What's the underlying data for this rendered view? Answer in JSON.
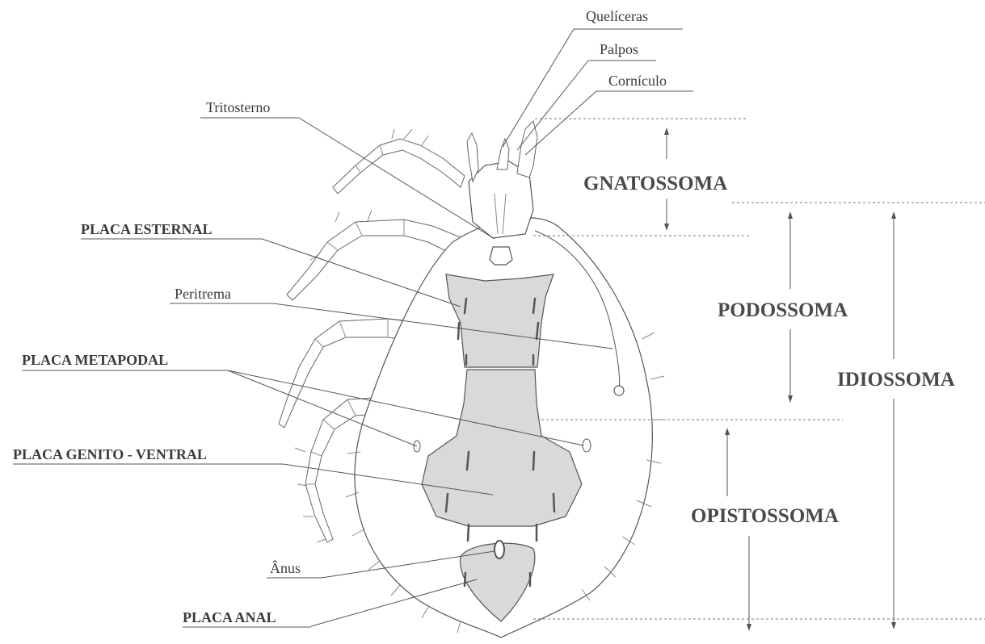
{
  "labels": {
    "queliceras": "Quelíceras",
    "palpos": "Palpos",
    "corniculo": "Cornículo",
    "tritosterno": "Tritosterno",
    "placa_esternal": "PLACA ESTERNAL",
    "peritrema": "Peritrema",
    "placa_metapodal": "PLACA METAPODAL",
    "placa_genito_ventral": "PLACA GENITO - VENTRAL",
    "anus": "Ânus",
    "placa_anal": "PLACA ANAL"
  },
  "regions": {
    "gnatossoma": "GNATOSSOMA",
    "podossoma": "PODOSSOMA",
    "idiossoma": "IDIOSSOMA",
    "opistossoma": "OPISTOSSOMA"
  },
  "colors": {
    "plate_fill": "#d9d9d9",
    "line": "#555555"
  }
}
